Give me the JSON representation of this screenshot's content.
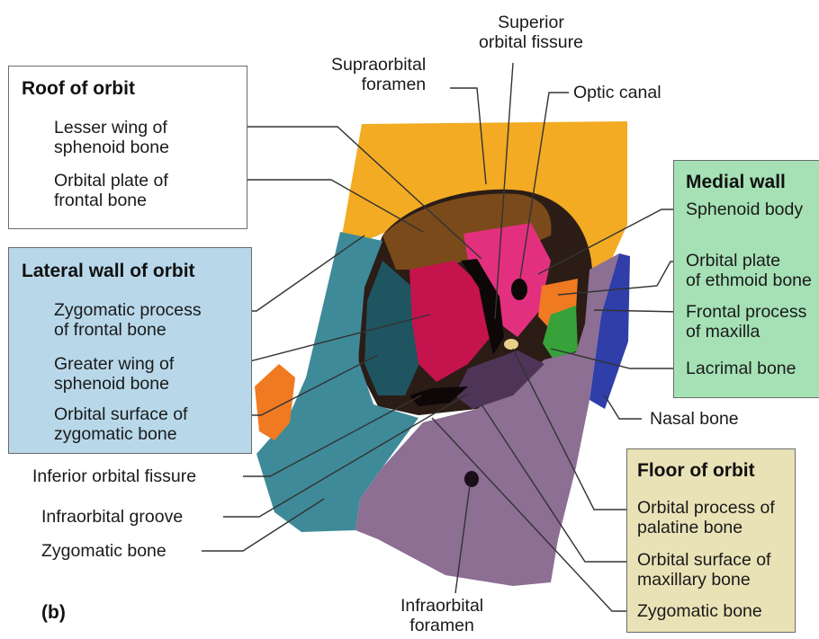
{
  "figure": {
    "panel_label": "(b)",
    "colors": {
      "frontal": "#f2ab22",
      "frontal_dark": "#7a4a1a",
      "sphenoid_greater": "#c4134d",
      "sphenoid_lesser": "#e2307e",
      "zygomatic": "#3f8a98",
      "maxilla": "#8c6f93",
      "ethmoid": "#f07a22",
      "lacrimal": "#36a239",
      "nasal": "#2f3ea8",
      "box_roof": "#ffffff",
      "box_lateral": "#b8d8ea",
      "box_medial": "#a5e1b5",
      "box_floor": "#e9e2b6"
    }
  },
  "roof": {
    "title": "Roof of orbit",
    "items": [
      "Lesser wing of\nsphenoid bone",
      "Orbital plate of\nfrontal bone"
    ]
  },
  "lateral": {
    "title": "Lateral wall of orbit",
    "items": [
      "Zygomatic process\nof frontal bone",
      "Greater wing of\nsphenoid bone",
      "Orbital surface of\nzygomatic bone"
    ]
  },
  "medial": {
    "title": "Medial wall",
    "items": [
      "Sphenoid body",
      "Orbital plate\nof ethmoid bone",
      "Frontal process\nof maxilla",
      "Lacrimal bone"
    ]
  },
  "floor": {
    "title": "Floor of orbit",
    "items": [
      "Orbital process of\npalatine bone",
      "Orbital surface of\nmaxillary bone",
      "Zygomatic bone"
    ]
  },
  "top": {
    "superior_fissure": "Superior\norbital fissure",
    "supraorbital": "Supraorbital\nforamen",
    "optic": "Optic canal"
  },
  "left_free": {
    "inferior_fissure": "Inferior orbital fissure",
    "infraorbital_groove": "Infraorbital groove",
    "zygomatic": "Zygomatic bone"
  },
  "right_free": {
    "nasal": "Nasal bone"
  },
  "bottom": {
    "infraorbital_foramen": "Infraorbital\nforamen"
  }
}
